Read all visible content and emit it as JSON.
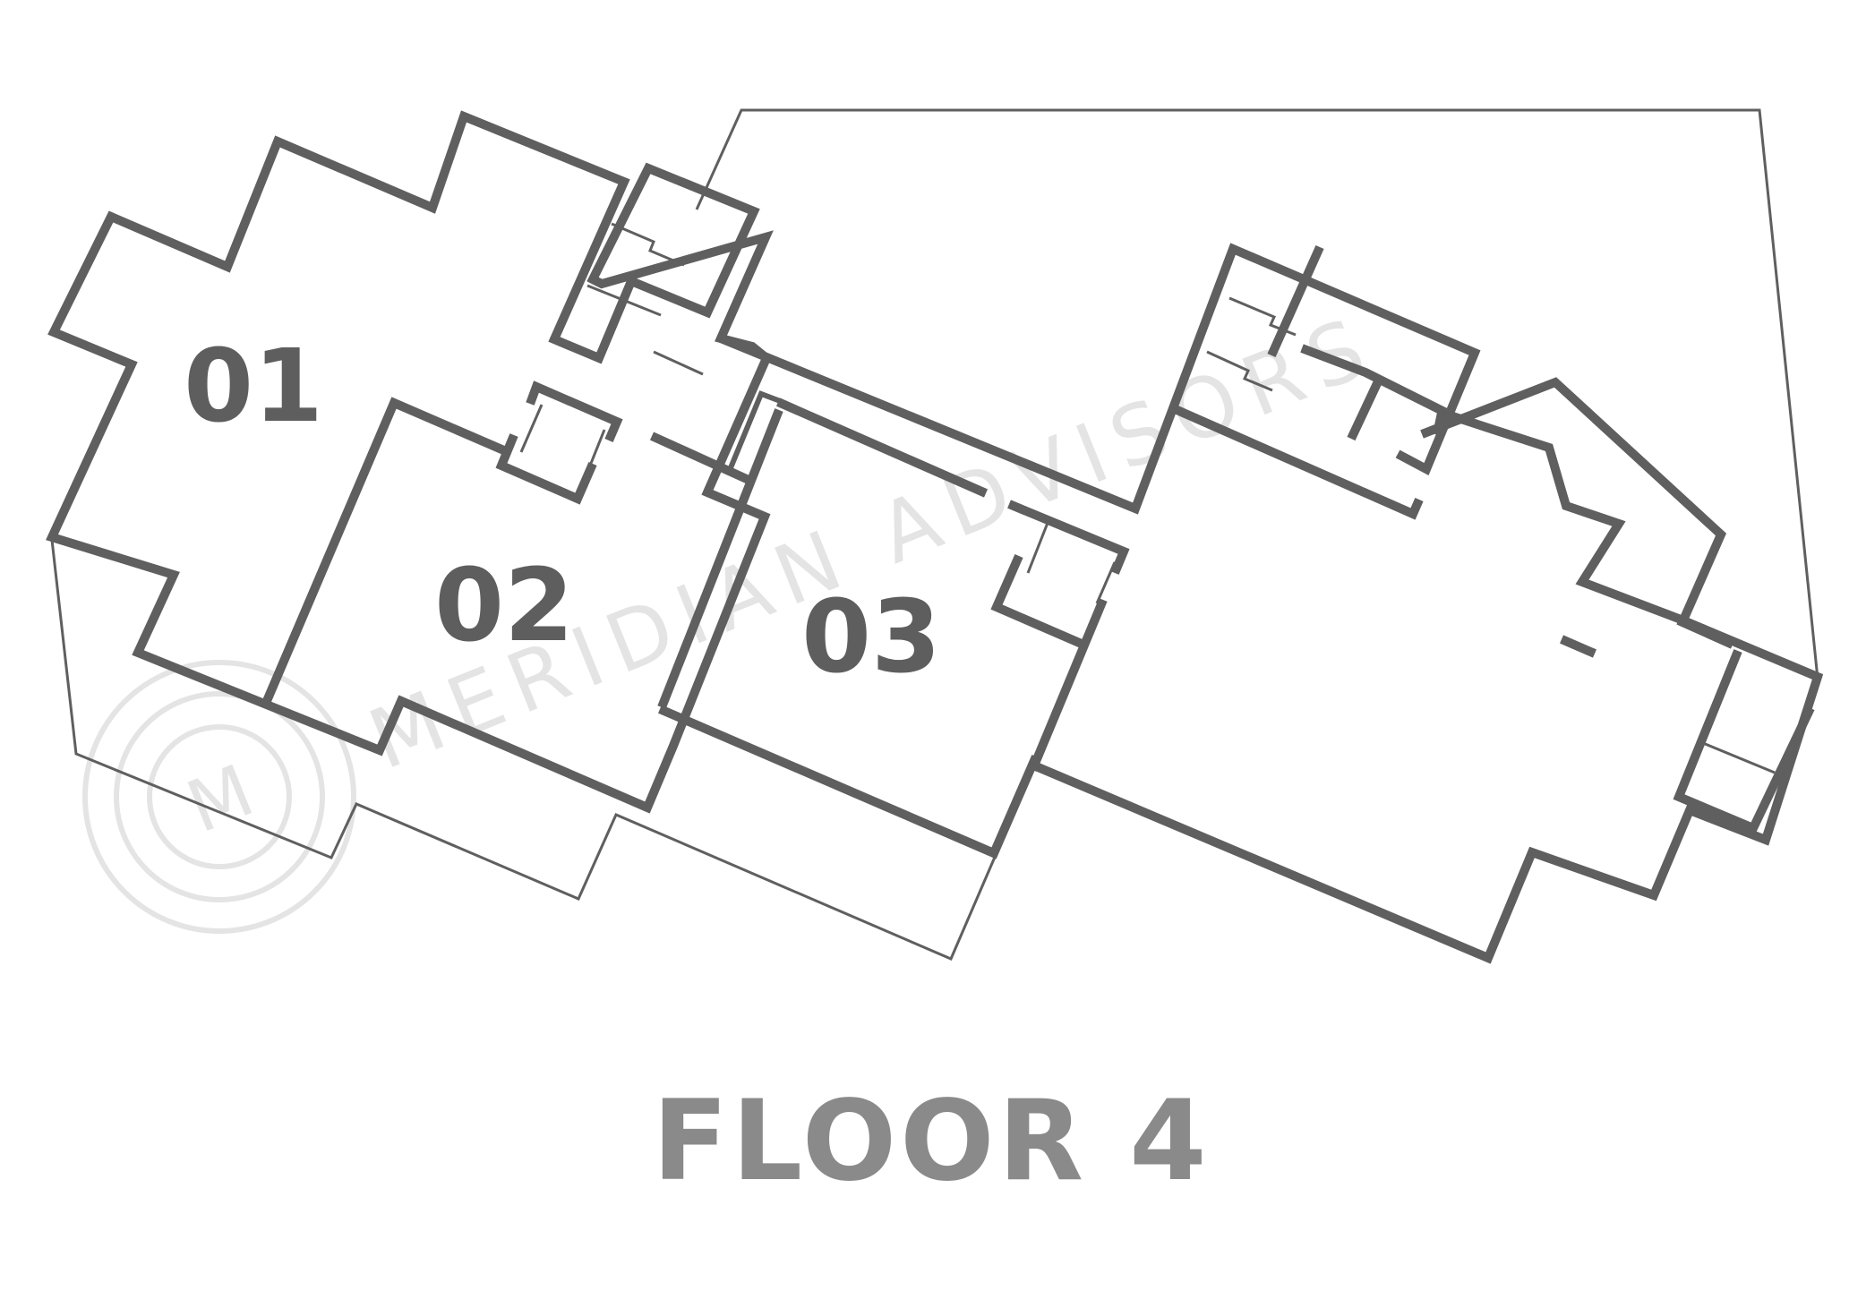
{
  "units": [
    {
      "id": "unit-01",
      "label": "01"
    },
    {
      "id": "unit-02",
      "label": "02"
    },
    {
      "id": "unit-03",
      "label": "03"
    }
  ],
  "floor_label": "FLOOR 4",
  "watermark": {
    "text": "MERIDIAN ADVISORS",
    "logo_letter": "M",
    "color": "#e4e4e4"
  },
  "colors": {
    "wall": "#5f5f5f",
    "label": "#5e5e5e",
    "floor_label": "#8a8a8a"
  }
}
